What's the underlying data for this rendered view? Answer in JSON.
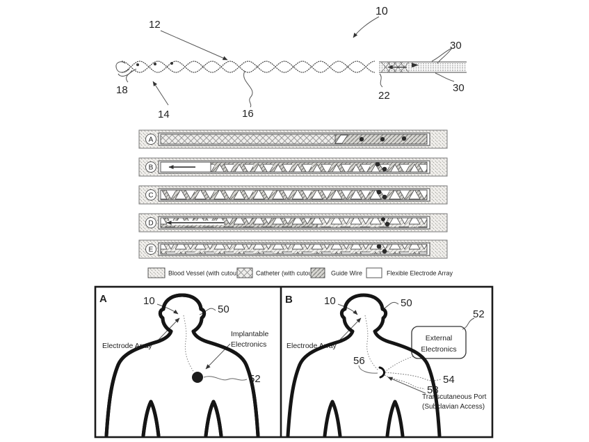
{
  "colors": {
    "ink": "#222222",
    "hatch_gray": "#8f8f8f",
    "background": "#ffffff"
  },
  "fig1": {
    "n10": "10",
    "n12": "12",
    "n14": "14",
    "n16": "16",
    "n18": "18",
    "n22": "22",
    "n30_top": "30",
    "n30_bottom": "30"
  },
  "deployment": {
    "rows": [
      {
        "label": "A"
      },
      {
        "label": "B"
      },
      {
        "label": "C"
      },
      {
        "label": "D"
      },
      {
        "label": "E"
      }
    ]
  },
  "legend": {
    "items": [
      {
        "label": "Blood Vessel (with cutout)"
      },
      {
        "label": "Catheter (with cutout)"
      },
      {
        "label": "Guide Wire"
      },
      {
        "label": "Flexible Electrode Array"
      }
    ]
  },
  "panels": {
    "a": {
      "letter": "A",
      "n10": "10",
      "n50": "50",
      "n52": "52",
      "electrode_array": "Electrode Array",
      "implantable_line1": "Implantable",
      "implantable_line2": "Electronics"
    },
    "b": {
      "letter": "B",
      "n10": "10",
      "n50": "50",
      "n52": "52",
      "n54": "54",
      "n56": "56",
      "n58": "58",
      "electrode_array": "Electrode Array",
      "external_line1": "External",
      "external_line2": "Electronics",
      "port_line1": "Transcutaneous Port",
      "port_line2": "(Subclavian Access)"
    }
  }
}
